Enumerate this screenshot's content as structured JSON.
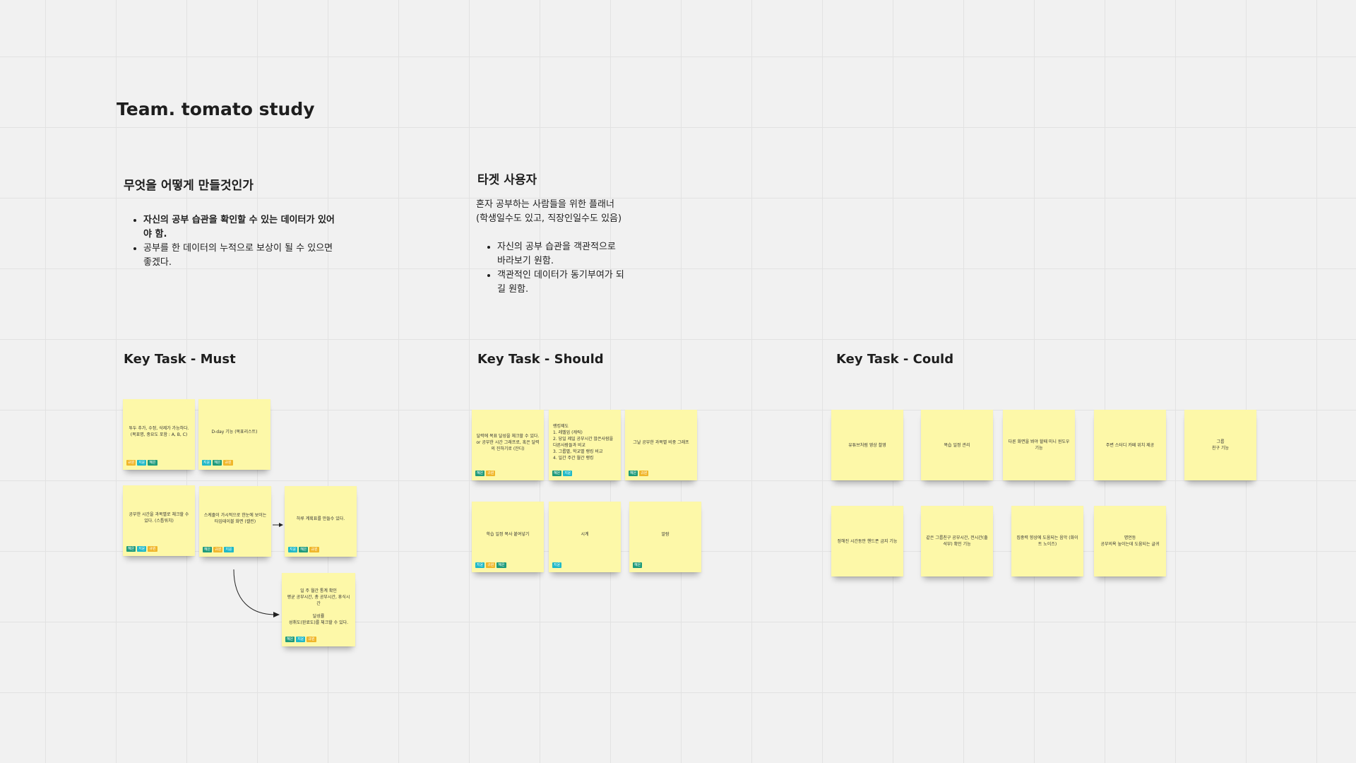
{
  "board": {
    "title": "Team. tomato study"
  },
  "what_section": {
    "heading": "무엇을 어떻게 만들것인가",
    "bullets": [
      "자신의 공부 습관을 확인할 수 있는 데이터가 있어야 함.",
      "공부를 한 데이터의 누적으로 보상이 될 수 있으면 좋겠다."
    ]
  },
  "target_section": {
    "heading": "타겟 사용자",
    "intro_line1": "혼자 공부하는 사람들을 위한 플래너",
    "intro_line2": "(학생일수도 있고, 직장인일수도 있음)",
    "bullets": [
      "자신의 공부 습관을 객관적으로 바라보기 원함.",
      "객관적인 데이터가 동기부여가 되길 원함."
    ]
  },
  "must": {
    "heading": "Key Task - Must",
    "notes": [
      {
        "text": "투두 추가, 수정, 삭제가 가능하다. (목표명, 중요도 포함 : A, B, C)",
        "tags": [
          "규원",
          "지윤",
          "혜은"
        ]
      },
      {
        "text": "D-day 기능 (목표리스트)",
        "tags": [
          "지윤",
          "혜은",
          "규원"
        ]
      },
      {
        "text": "공부한 시간을 과목별로 체크할 수 있다. (스톱워치)",
        "tags": [
          "혜은",
          "지윤",
          "규원"
        ]
      },
      {
        "text": "스케줄이 가시적으로 한눈에 보이는 타임테이블 화면 (캘린)",
        "tags": [
          "혜은",
          "규원",
          "지윤"
        ]
      },
      {
        "text": "하루 계획표를 만들수 있다.",
        "tags": [
          "지윤",
          "혜은",
          "규원"
        ]
      },
      {
        "text": "일 주 월간 통계 확인\n평균 공부시간, 총 공부시간, 휴식시간\n\n달성률\n성취도(완료도)를 체크할 수 있다.",
        "tags": [
          "혜은",
          "지윤",
          "규원"
        ]
      }
    ]
  },
  "should": {
    "heading": "Key Task - Should",
    "notes": [
      {
        "text": "달력에 목표 달성을 체크할 수 있다. or 공부한 시간 그래프로, 혹은 달력의 진하기로 (잔디)",
        "tags": [
          "혜은",
          "규원"
        ]
      },
      {
        "text": "랭킹제도\n1. 레벨업 (캐릭)\n2. 당일 제일 공부시간 많은사람을 다른사람들과 비교\n3. 그룹별, 학교별 랭킹 비교\n4. 일간 주간 월간 랭킹",
        "tags": [
          "혜은",
          "지윤"
        ]
      },
      {
        "text": "그날 공부한 과목별 비중 그래프",
        "tags": [
          "혜은",
          "규원"
        ]
      },
      {
        "text": "학습 일정 복사 붙여넣기",
        "tags": [
          "지윤",
          "규원",
          "혜은"
        ]
      },
      {
        "text": "시계",
        "tags": [
          "지윤"
        ]
      },
      {
        "text": "알람",
        "tags": [
          "혜은"
        ]
      }
    ]
  },
  "could": {
    "heading": "Key Task - Could",
    "notes": [
      {
        "text": "유튜브처럼 영상 촬영"
      },
      {
        "text": "복습 일정 관리"
      },
      {
        "text": "다른 화면을 봐야 할때 미니 윈도우 기능"
      },
      {
        "text": "주변 스터디 카페 위치 제공"
      },
      {
        "text": "그룹\n친구 기능"
      },
      {
        "text": "정해진 시간동안 핸드폰 금지 기능"
      },
      {
        "text": "같은 그룹친구 공부시간, 전시간(출석부) 확인 기능"
      },
      {
        "text": "집중력 향상에 도움되는 음악 (화이트 노이즈)"
      },
      {
        "text": "명언등\n공부의욕 높이는데 도움되는 글귀"
      }
    ]
  },
  "colors": {
    "note_fill": "#fdf8a8",
    "tag_혜은": "#1e9a7a",
    "tag_지윤": "#1fb8c7",
    "tag_규원": "#f0b62a",
    "canvas": "#f1f1f1",
    "grid_line": "#e2e2e2"
  }
}
